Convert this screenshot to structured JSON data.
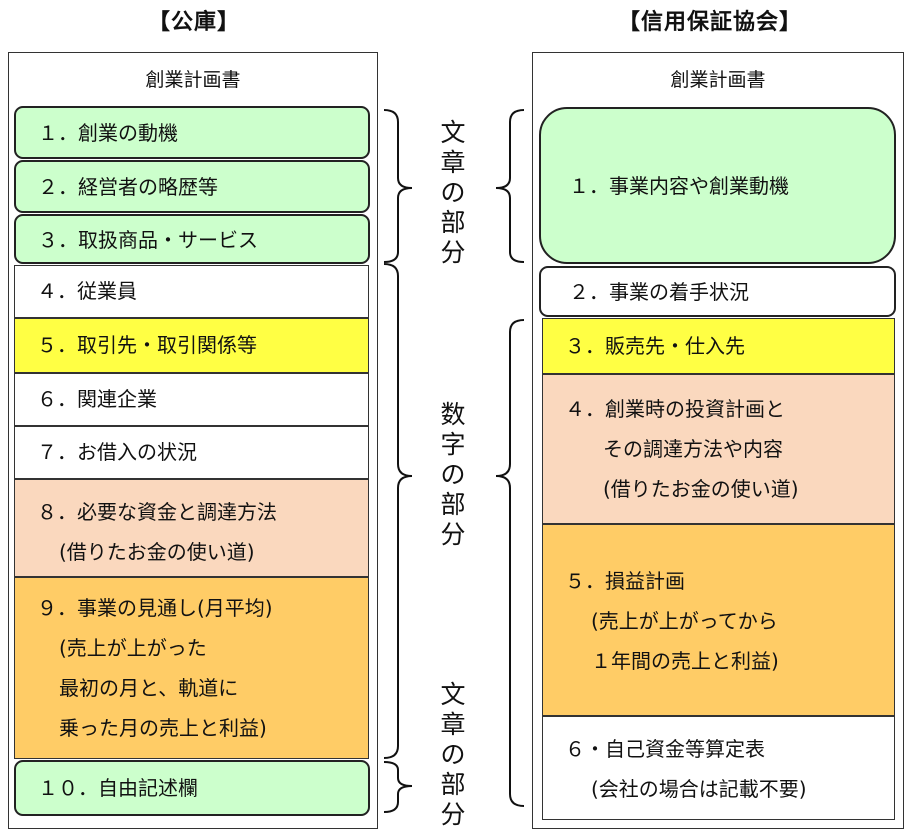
{
  "left": {
    "title": "【公庫】",
    "header": "創業計画書",
    "items": [
      {
        "lines": [
          "１．創業の動機"
        ]
      },
      {
        "lines": [
          "２．経営者の略歴等"
        ]
      },
      {
        "lines": [
          "３．取扱商品・サービス"
        ]
      },
      {
        "lines": [
          "４．従業員"
        ]
      },
      {
        "lines": [
          "５．取引先・取引関係等"
        ]
      },
      {
        "lines": [
          "６．関連企業"
        ]
      },
      {
        "lines": [
          "７．お借入の状況"
        ]
      },
      {
        "lines": [
          "８．必要な資金と調達方法",
          "(借りたお金の使い道)"
        ]
      },
      {
        "lines": [
          "９．事業の見通し(月平均)",
          "(売上が上がった",
          "最初の月と、軌道に",
          "乗った月の売上と利益)"
        ]
      },
      {
        "lines": [
          "１０．自由記述欄"
        ]
      }
    ]
  },
  "right": {
    "title": "【信用保証協会】",
    "header": "創業計画書",
    "items": [
      {
        "lines": [
          "１．事業内容や創業動機"
        ]
      },
      {
        "lines": [
          "２．事業の着手状況"
        ]
      },
      {
        "lines": [
          "３．販売先・仕入先"
        ]
      },
      {
        "lines": [
          "４．創業時の投資計画と",
          "その調達方法や内容",
          "(借りたお金の使い道)"
        ]
      },
      {
        "lines": [
          "５．損益計画",
          "(売上が上がってから",
          "１年間の売上と利益)"
        ]
      },
      {
        "lines": [
          "６・自己資金等算定表",
          "(会社の場合は記載不要)"
        ]
      }
    ]
  },
  "labels": {
    "text_part_top": "文章の部分",
    "number_part": "数字の部分",
    "text_part_bottom": "文章の部分"
  },
  "colors": {
    "green": "#ccffcc",
    "yellow": "#ffff44",
    "peach": "#fad8be",
    "orange": "#ffcc66",
    "white": "#ffffff"
  }
}
